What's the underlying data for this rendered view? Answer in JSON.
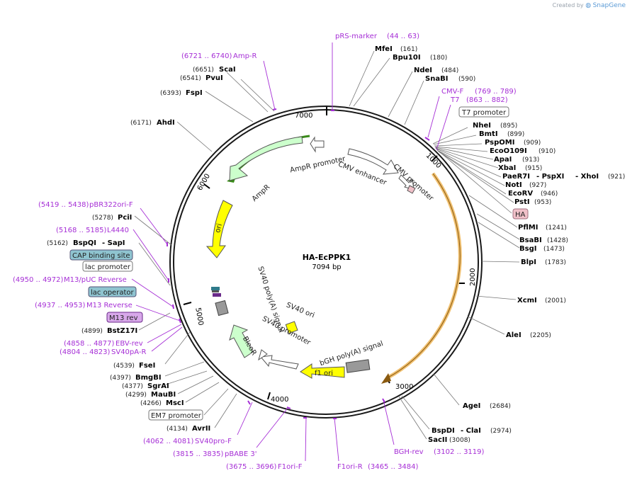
{
  "app": {
    "credit_prefix": "Created by",
    "credit_brand": "SnapGene"
  },
  "plasmid": {
    "name": "HA-EcPPK1",
    "size_label": "7094 bp"
  },
  "ticks": [
    "1000",
    "2000",
    "3000",
    "4000",
    "5000",
    "6000",
    "7000"
  ],
  "sites_right": [
    {
      "name": "MfeI",
      "pos": "(161)"
    },
    {
      "name": "Bpu10I",
      "pos": "(180)"
    },
    {
      "name": "NdeI",
      "pos": "(484)"
    },
    {
      "name": "SnaBI",
      "pos": "(590)"
    },
    {
      "name": "NheI",
      "pos": "(895)"
    },
    {
      "name": "BmtI",
      "pos": "(899)"
    },
    {
      "name": "PspOMI",
      "pos": "(909)"
    },
    {
      "name": "EcoO109I",
      "pos": "(910)"
    },
    {
      "name": "ApaI",
      "pos": "(913)"
    },
    {
      "name": "XbaI",
      "pos": "(915)"
    },
    {
      "name": "NotI",
      "pos": "(927)"
    },
    {
      "name": "EcoRV",
      "pos": "(946)"
    },
    {
      "name": "PstI",
      "pos": "(953)"
    },
    {
      "name": "PflMI",
      "pos": "(1241)"
    },
    {
      "name": "BsaBI",
      "pos": "(1428)"
    },
    {
      "name": "BsgI",
      "pos": "(1473)"
    },
    {
      "name": "BlpI",
      "pos": "(1783)"
    },
    {
      "name": "XcmI",
      "pos": "(2001)"
    },
    {
      "name": "AleI",
      "pos": "(2205)"
    },
    {
      "name": "AgeI",
      "pos": "(2684)"
    },
    {
      "name": "SacII",
      "pos": "(3008)"
    }
  ],
  "site_groups": [
    {
      "names": [
        "PaeR7I",
        " - PspXI",
        " - XhoI"
      ],
      "pos": "(921)"
    },
    {
      "names": [
        "BspDI",
        " - ClaI"
      ],
      "pos": "(2974)"
    }
  ],
  "sites_left": [
    {
      "name": "ScaI",
      "pos": "(6651)"
    },
    {
      "name": "PvuI",
      "pos": "(6541)"
    },
    {
      "name": "FspI",
      "pos": "(6393)"
    },
    {
      "name": "AhdI",
      "pos": "(6171)"
    },
    {
      "name": "PciI",
      "pos": "(5278)"
    },
    {
      "name": "BstZ17I",
      "pos": "(4899)"
    },
    {
      "name": "FseI",
      "pos": "(4539)"
    },
    {
      "name": "BmgBI",
      "pos": "(4397)"
    },
    {
      "name": "SgrAI",
      "pos": "(4377)"
    },
    {
      "name": "MauBI",
      "pos": "(4299)"
    },
    {
      "name": "MscI",
      "pos": "(4266)"
    },
    {
      "name": "AvrII",
      "pos": "(4134)"
    }
  ],
  "site_group_left": {
    "pos": "(5162)",
    "names": [
      "BspQI",
      " - SapI"
    ]
  },
  "primers": [
    {
      "name": "pRS-marker",
      "range": "(44 .. 63)"
    },
    {
      "name": "Amp-R",
      "range": "(6721 .. 6740)"
    },
    {
      "name": "CMV-F",
      "range": "(769 .. 789)"
    },
    {
      "name": "T7",
      "range": "(863 .. 882)"
    },
    {
      "name": "pBR322ori-F",
      "range": "(5419 .. 5438)"
    },
    {
      "name": "L4440",
      "range": "(5168 .. 5185)"
    },
    {
      "name": "M13/pUC Reverse",
      "range": "(4950 .. 4972)"
    },
    {
      "name": "M13 Reverse",
      "range": "(4937 .. 4953)"
    },
    {
      "name": "EBV-rev",
      "range": "(4858 .. 4877)"
    },
    {
      "name": "SV40pA-R",
      "range": "(4804 .. 4823)"
    },
    {
      "name": "SV40pro-F",
      "range": "(4062 .. 4081)"
    },
    {
      "name": "pBABE 3'",
      "range": "(3815 .. 3835)"
    },
    {
      "name": "F1ori-F",
      "range": "(3675 .. 3696)"
    },
    {
      "name": "F1ori-R",
      "range": "(3465 .. 3484)"
    },
    {
      "name": "BGH-rev",
      "range": "(3102 .. 3119)"
    }
  ],
  "boxed_labels": [
    "T7 promoter",
    "HA",
    "CAP binding site",
    "lac promoter",
    "lac operator",
    "M13 rev",
    "EM7 promoter"
  ],
  "features": [
    "AmpR promoter",
    "AmpR",
    "CMV enhancer",
    "CMV promoter",
    "ori",
    "SV40 poly(A) signal",
    "SV40 ori",
    "SV40 promoter",
    "BleoR",
    "bGH poly(A) signal",
    "f1 ori"
  ],
  "colors": {
    "primer": "#a62fd6",
    "insert_arc": "#f0c070",
    "ampr": "#ccffcc",
    "ori": "#ffff00",
    "polyA": "#999999",
    "cap_box": "#8fc4d0",
    "lac_op_box": "#8fc4d0",
    "m13_box": "#d8a8ea",
    "ha_box": "#f0c0c8"
  }
}
